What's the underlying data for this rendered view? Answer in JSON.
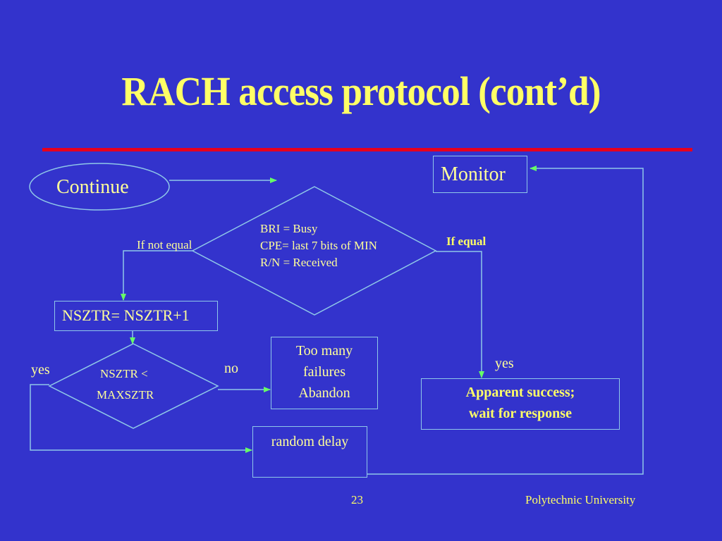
{
  "slide": {
    "title": "RACH access protocol (cont’d)",
    "page_number": "23",
    "footer": "Polytechnic University"
  },
  "diagram": {
    "nodes": {
      "continue": "Continue",
      "monitor": "Monitor",
      "decision_main": [
        "BRI = Busy",
        "CPE= last 7 bits of MIN",
        "R/N = Received"
      ],
      "increment": "NSZTR= NSZTR+1",
      "decision_retry": [
        "NSZTR <",
        "MAXSZTR"
      ],
      "abandon": [
        "Too many",
        "failures",
        "Abandon"
      ],
      "random_delay": "random delay",
      "success": [
        "Apparent success;",
        "wait for response"
      ]
    },
    "labels": {
      "if_not_equal": "If not equal",
      "if_equal": "If equal",
      "yes_left": "yes",
      "no": "no",
      "yes_right": "yes"
    },
    "colors": {
      "background": "#3333cc",
      "title": "#ffff66",
      "text": "#ffff99",
      "rule": "#e8001c",
      "outline": "#8fc8e8",
      "arrowhead": "#66ff66"
    }
  }
}
